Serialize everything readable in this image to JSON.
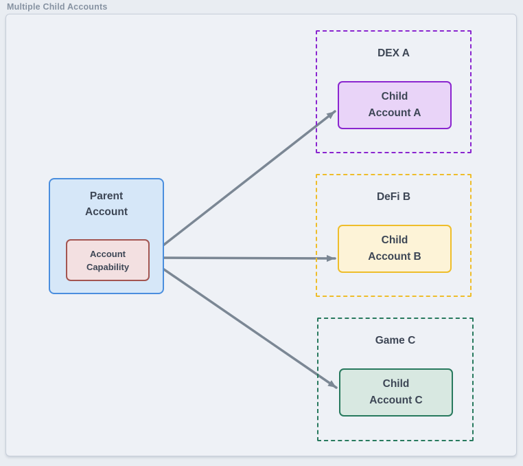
{
  "title": "Multiple Child Accounts",
  "colors": {
    "page_bg": "#e9edf2",
    "canvas_bg": "#eef1f6",
    "canvas_border": "#c7ced9",
    "title_text": "#8793a2",
    "text_dark": "#3d4655",
    "arrow": "#7b8794",
    "parent_fill": "#d6e7f8",
    "parent_border": "#4a8ede",
    "capability_fill": "#f3e0e1",
    "capability_border": "#a35551",
    "purple_border": "#8a25cf",
    "purple_fill": "#e9d4f8",
    "amber_border": "#eebd2a",
    "amber_fill": "#fdf3d7",
    "teal_border": "#27795d",
    "teal_fill": "#d8e8e1"
  },
  "parent": {
    "name": "Parent Account",
    "line1": "Parent",
    "line2": "Account",
    "capability": {
      "name": "Account Capability",
      "line1": "Account",
      "line2": "Capability"
    }
  },
  "groups": [
    {
      "label": "DEX A",
      "accent": "#8a25cf",
      "child": {
        "name": "Child Account A",
        "line1": "Child",
        "line2": "Account A"
      }
    },
    {
      "label": "DeFi B",
      "accent": "#eebd2a",
      "child": {
        "name": "Child Account B",
        "line1": "Child",
        "line2": "Account B"
      }
    },
    {
      "label": "Game C",
      "accent": "#27795d",
      "child": {
        "name": "Child Account C",
        "line1": "Child",
        "line2": "Account C"
      }
    }
  ],
  "arrows": [
    {
      "from": "Account Capability",
      "to": "Child Account A"
    },
    {
      "from": "Account Capability",
      "to": "Child Account B"
    },
    {
      "from": "Account Capability",
      "to": "Child Account C"
    }
  ]
}
